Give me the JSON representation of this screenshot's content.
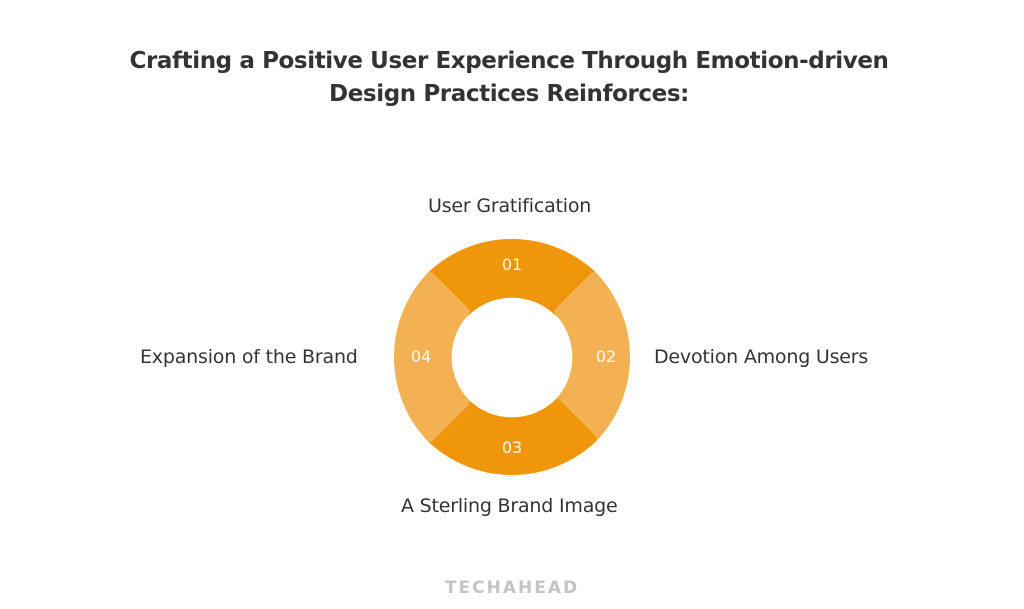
{
  "title": {
    "line1": "Crafting a Positive User Experience Through Emotion-driven",
    "line2": "Design Practices Reinforces:"
  },
  "diagram": {
    "type": "segmented-ring",
    "colors": {
      "dark": "#F0960A",
      "light": "#F2B254"
    },
    "segments": [
      {
        "number": "01",
        "label": "User Gratification",
        "position": "top",
        "color": "#F0960A"
      },
      {
        "number": "02",
        "label": "Devotion Among Users",
        "position": "right",
        "color": "#F2B254"
      },
      {
        "number": "03",
        "label": "A Sterling Brand Image",
        "position": "bottom",
        "color": "#F0960A"
      },
      {
        "number": "04",
        "label": "Expansion of the Brand",
        "position": "left",
        "color": "#F2B254"
      }
    ]
  },
  "footer": {
    "brand": "TECHAHEAD"
  }
}
